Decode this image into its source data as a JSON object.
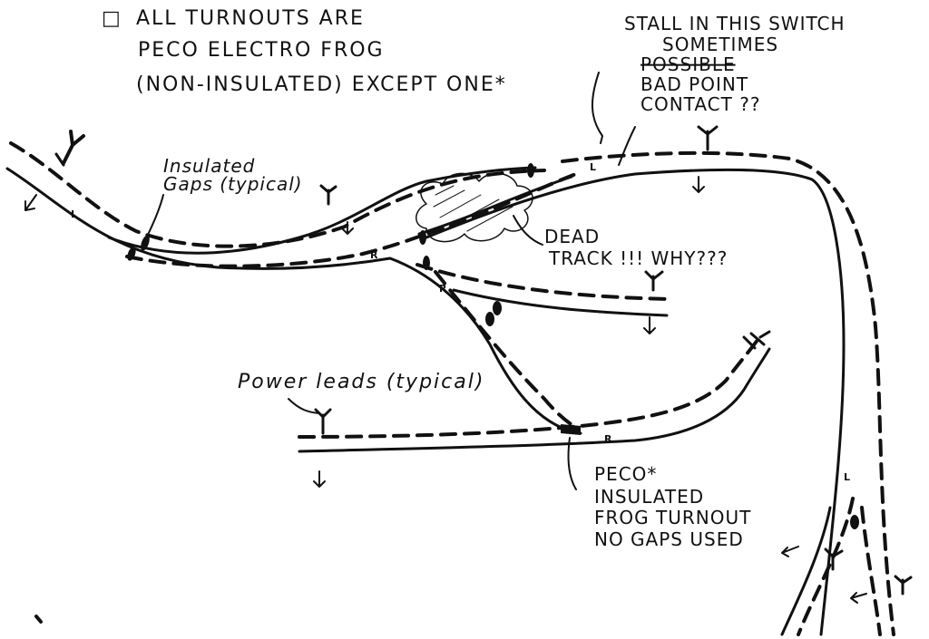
{
  "notes": {
    "legend_mark": "□",
    "legend_line1": "ALL TURNOUTS ARE",
    "legend_line2": "PECO ELECTRO FROG",
    "legend_line3": "(NON-INSULATED) EXCEPT ONE*",
    "stall_line1": "STALL IN THIS SWITCH",
    "stall_line2": "SOMETIMES",
    "stall_line3_struck": "POSSIBLE",
    "stall_line4": "BAD POINT",
    "stall_line5": "CONTACT ??",
    "insulated_line1": "Insulated",
    "insulated_line2": "Gaps (typical)",
    "dead_line1": "DEAD",
    "dead_line2": "TRACK !!! WHY???",
    "power_leads": "Power leads (typical)",
    "peco_line1": "PECO*",
    "peco_line2": "INSULATED",
    "peco_line3": "FROG TURNOUT",
    "peco_line4": "NO GAPS USED"
  },
  "rail_labels": {
    "l_left": "L",
    "l_top": "L",
    "l_right": "L",
    "r_mid": "R",
    "r_lower": "R",
    "r_bottom": "R"
  },
  "colors": {
    "ink": "#111111",
    "paper": "#ffffff"
  }
}
